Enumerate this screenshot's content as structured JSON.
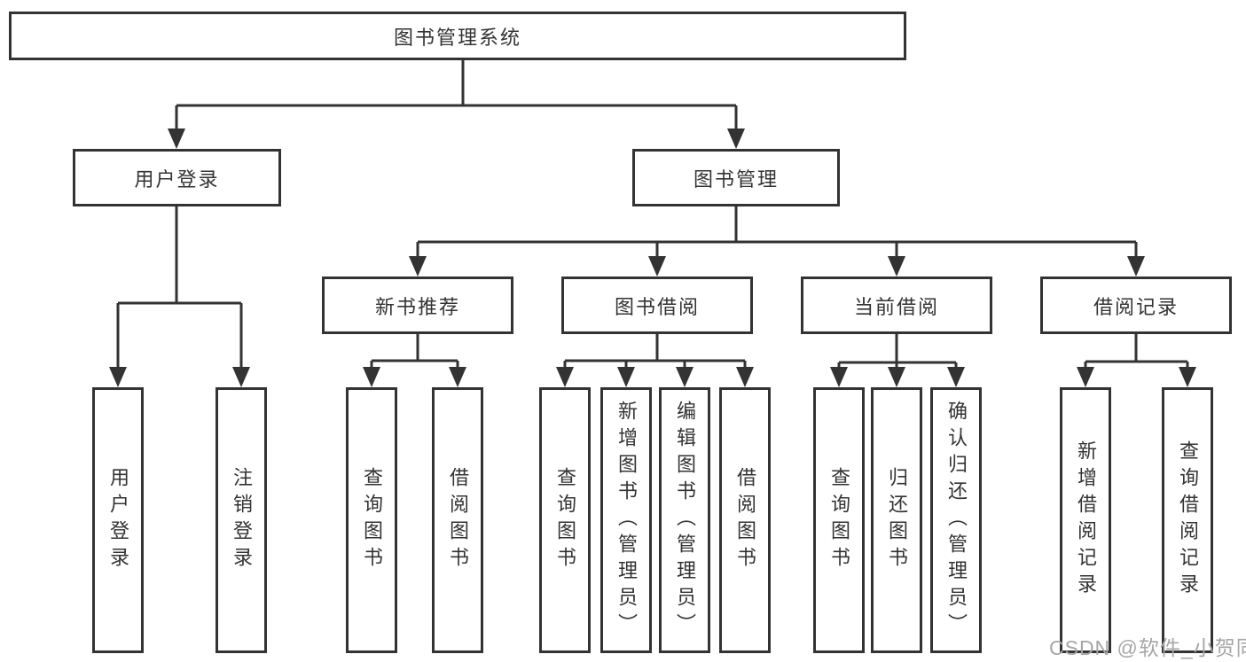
{
  "diagram": {
    "root": {
      "label": "图书管理系统"
    },
    "level2": [
      {
        "label": "用户登录"
      },
      {
        "label": "图书管理"
      }
    ],
    "level3": [
      {
        "label": "新书推荐"
      },
      {
        "label": "图书借阅"
      },
      {
        "label": "当前借阅"
      },
      {
        "label": "借阅记录"
      }
    ],
    "leaves": {
      "login": [
        "用户登录",
        "注销登录"
      ],
      "recommend": [
        "查询图书",
        "借阅图书"
      ],
      "borrow": [
        "查询图书",
        "新增图书（管理员）",
        "编辑图书（管理员）",
        "借阅图书"
      ],
      "current": [
        "查询图书",
        "归还图书",
        "确认归还（管理员）"
      ],
      "records": [
        "新增借阅记录",
        "查询借阅记录"
      ]
    }
  },
  "watermark": {
    "text": "CSDN @软件_小贺同学"
  },
  "colors": {
    "line": "#333333",
    "text": "#333333",
    "background": "#ffffff",
    "watermark": "#a6a6a6"
  }
}
